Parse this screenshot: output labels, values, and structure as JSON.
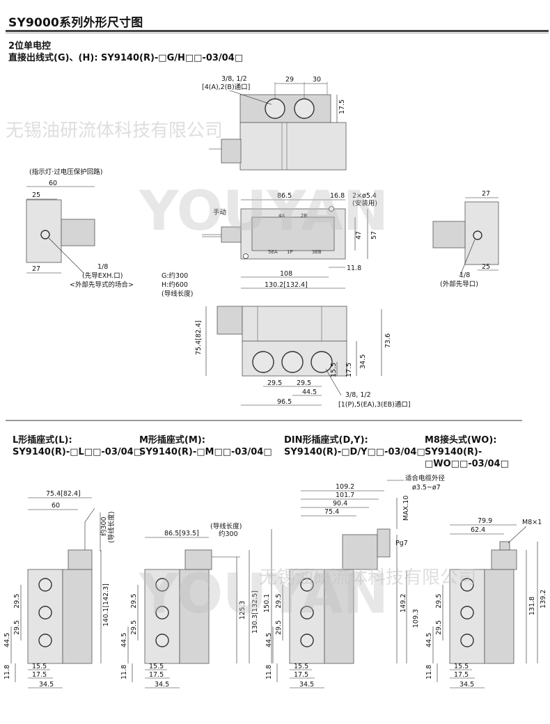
{
  "header": {
    "title": "SY9000系列外形尺寸图"
  },
  "top_section": {
    "line1": "2位单电控",
    "line2": "直接出线式(G)、(H): SY9140(R)-□G/H□□-03/04□"
  },
  "watermark": {
    "company": "无锡油研流体科技有限公司",
    "logo": "YOUYAN"
  },
  "top_labels": {
    "port_note_top": "3/8, 1/2",
    "port_note_top2": "[4(A),2(B)通口]",
    "dim_29": "29",
    "dim_30": "30",
    "dim_17_5": "17.5",
    "indicator_note": "(指示灯·过电压保护回路)",
    "dim_60": "60",
    "dim_25_left": "25",
    "dim_27_left": "27",
    "pilot_exh_1": "1/8",
    "pilot_exh_2": "(先导EXH.口)",
    "pilot_exh_3": "<外部先导式的场合>",
    "dim_86_5": "86.5",
    "dim_16_8": "16.8",
    "mount_holes": "2×ø5.4",
    "mount_note": "(安装用)",
    "manual": "手动",
    "dim_47": "47",
    "dim_57": "57",
    "dim_108": "108",
    "dim_11_8": "11.8",
    "dim_130_2": "130.2[132.4]",
    "lead_g": "G:约300",
    "lead_h": "H:约600",
    "lead_note": "(导线长度)",
    "port_4a": "4A",
    "port_2b": "2B",
    "port_5ea": "5EA",
    "port_1p": "1P",
    "port_3eb": "3EB",
    "right_27": "27",
    "right_25": "25",
    "right_1_8": "1/8",
    "right_pilot": "(外部先导口)",
    "front_75_4": "75.4[82.4]",
    "front_73_6": "73.6",
    "front_34_5": "34.5",
    "front_15_5": "15.5",
    "front_17_5": "17.5",
    "front_29_5a": "29.5",
    "front_29_5b": "29.5",
    "front_44_5": "44.5",
    "front_96_5": "96.5",
    "front_port_1": "3/8, 1/2",
    "front_port_2": "[1(P),5(EA),3(EB)通口]"
  },
  "bottom_sections": [
    {
      "title": "L形插座式(L):",
      "model": "SY9140(R)-□L□□-03/04□"
    },
    {
      "title": "M形插座式(M):",
      "model": "SY9140(R)-□M□□-03/04□"
    },
    {
      "title": "DIN形插座式(D,Y):",
      "model": "SY9140(R)-□D/Y□□-03/04□"
    },
    {
      "title": "M8接头式(WO):",
      "model": "SY9140(R)-□WO□□-03/04□"
    }
  ],
  "bottom_labels": {
    "L": {
      "w1": "75.4[82.4]",
      "w2": "60",
      "lead": "约300",
      "lead_note": "(导线长度)",
      "h": "140.1[142.3]",
      "v29a": "29.5",
      "v29b": "29.5",
      "v44": "44.5",
      "v11": "11.8",
      "h15": "15.5",
      "h17": "17.5",
      "h34": "34.5"
    },
    "M": {
      "lead_note": "(导线长度)",
      "lead": "约300",
      "w1": "86.5[93.5]",
      "h1": "125.3",
      "h2": "130.3[132.5]",
      "v29a": "29.5",
      "v29b": "29.5",
      "v44": "44.5",
      "v11": "11.8",
      "h15": "15.5",
      "h17": "17.5",
      "h34": "34.5"
    },
    "D": {
      "cable": "适合电缆外径",
      "cable2": "ø3.5~ø7",
      "w1": "109.2",
      "w2": "101.7",
      "w3": "90.4",
      "w4": "75.4",
      "max": "MAX.10",
      "pg": "Pg7",
      "h1": "150.1",
      "h2": "149.2",
      "h3": "109.3",
      "v29a": "29.5",
      "v29b": "29.5",
      "v44": "44.5",
      "v11": "11.8",
      "h15": "15.5",
      "h17": "17.5",
      "h34": "34.5"
    },
    "W": {
      "w1": "79.9",
      "w2": "62.4",
      "m8": "M8×1",
      "h1": "131.8",
      "h2": "139.2",
      "v29a": "29.5",
      "v29b": "29.5",
      "v44": "44.5",
      "v11": "11.8",
      "h15": "15.5",
      "h17": "17.5",
      "h34": "34.5"
    }
  }
}
